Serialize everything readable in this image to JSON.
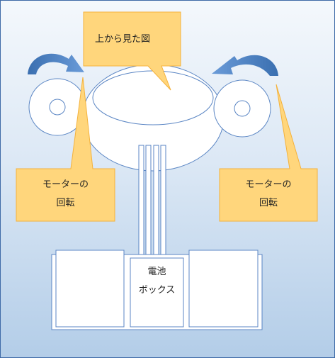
{
  "callouts": {
    "top_view": "上から見た図",
    "motor_left_line1": "モーターの",
    "motor_left_line2": "回転",
    "motor_right_line1": "モーターの",
    "motor_right_line2": "回転"
  },
  "battery_box": {
    "line1": "電池",
    "line2": "ボックス"
  },
  "colors": {
    "callout_fill": "#ffd67c",
    "callout_border": "#f4b23c",
    "outline": "#5b86c4",
    "arrow": "#3a6fb0",
    "shape_fill": "#ffffff"
  }
}
